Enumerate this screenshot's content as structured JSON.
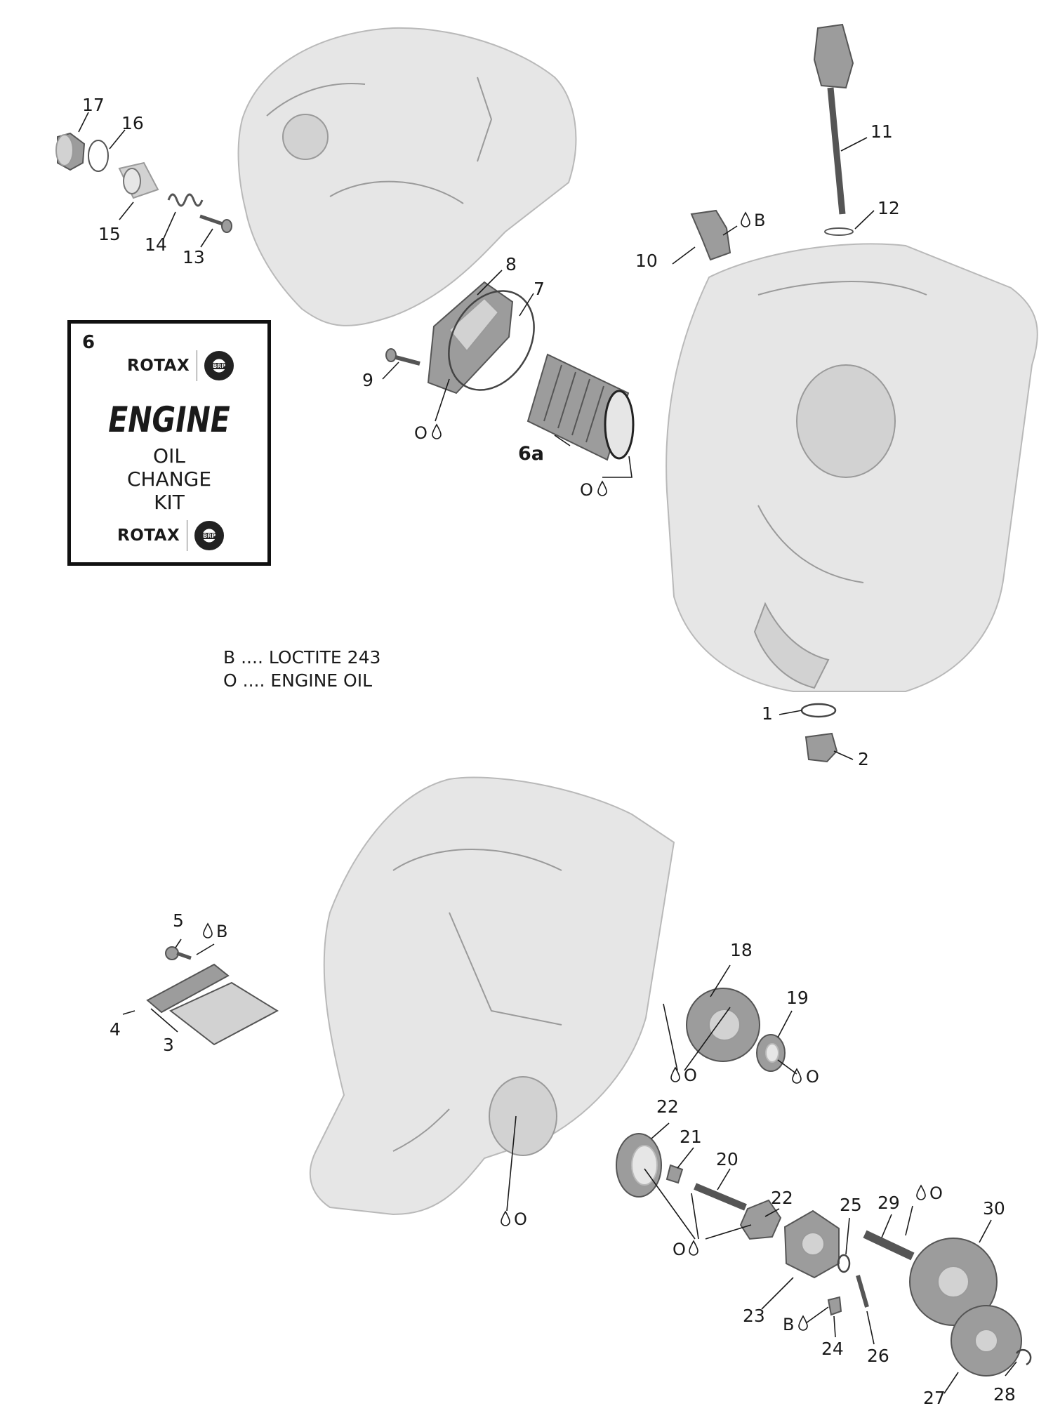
{
  "kit_box": {
    "number": "6",
    "brand": "ROTAX",
    "badge_text": "BRP",
    "title": "ENGINE",
    "subtitle_lines": [
      "OIL",
      "CHANGE",
      "KIT"
    ]
  },
  "legend": {
    "items": [
      {
        "code": "B",
        "text": "B .... LOCTITE 243"
      },
      {
        "code": "O",
        "text": "O .... ENGINE OIL"
      }
    ]
  },
  "callouts": {
    "c1": "1",
    "c2": "2",
    "c3": "3",
    "c4": "4",
    "c5": "5",
    "c6a": "6a",
    "c7": "7",
    "c8": "8",
    "c9": "9",
    "c10": "10",
    "c11": "11",
    "c12": "12",
    "c13": "13",
    "c14": "14",
    "c15": "15",
    "c16": "16",
    "c17": "17",
    "c18": "18",
    "c19": "19",
    "c20": "20",
    "c21": "21",
    "c22a": "22",
    "c22b": "22",
    "c23": "23",
    "c24": "24",
    "c25": "25",
    "c26": "26",
    "c27": "27",
    "c28": "28",
    "c29": "29",
    "c30": "30"
  },
  "lube_marks": {
    "oil": "O",
    "loctite": "B"
  },
  "icons": {
    "lube_drop": "droplet-icon",
    "brand_badge": "brp-logo-icon"
  },
  "colors": {
    "line_art": "#1a1a1a",
    "part_light": "#e6e6e6",
    "part_dark": "#9c9c9c"
  }
}
